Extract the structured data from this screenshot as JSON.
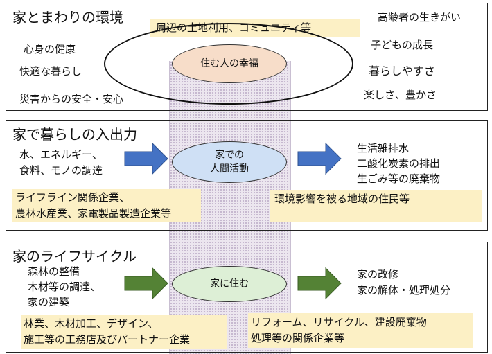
{
  "colors": {
    "highlight": "#fcf0c5",
    "pillar": "#ece6ef",
    "ellipse_peach": "#f7ddc9",
    "ellipse_blue": "#cfe0f5",
    "ellipse_green": "#ddefd6",
    "arrow_blue": "#4472c4",
    "arrow_green": "#548235"
  },
  "s1": {
    "title": "家とまわりの環境",
    "highlight": "周辺の土地利用、コミュニティ等",
    "center": "住む人の幸福",
    "left": [
      "心身の健康",
      "快適な暮らし",
      "災害からの安全・安心"
    ],
    "right": [
      "高齢者の生きがい",
      "子どもの成長",
      "暮らしやすさ",
      "楽しさ、豊かさ"
    ]
  },
  "s2": {
    "title": "家で暮らしの入出力",
    "inputs": [
      "水、エネルギー、",
      "食料、モノの調達"
    ],
    "center": [
      "家での",
      "人間活動"
    ],
    "outputs": [
      "生活雑排水",
      "二酸化炭素の排出",
      "生ごみ等の廃棄物"
    ],
    "left_note": [
      "ライフライン関係企業、",
      "農林水産業、家電製品製造企業等"
    ],
    "right_note": "環境影響を被る地域の住民等"
  },
  "s3": {
    "title": "家のライフサイクル",
    "inputs": [
      "森林の整備",
      "木材等の調達、",
      "家の建築"
    ],
    "center": "家に住む",
    "outputs": [
      "家の改修",
      "家の解体・処理処分"
    ],
    "left_note": [
      "林業、木材加工、デザイン、",
      "施工等の工務店及びパートナー企業"
    ],
    "right_note": [
      "リフォーム、リサイクル、建設廃棄物",
      "処理等の関係企業等"
    ]
  }
}
